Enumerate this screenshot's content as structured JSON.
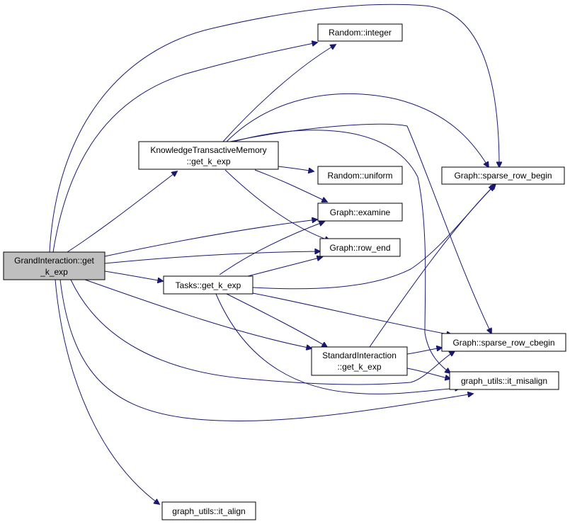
{
  "colors": {
    "edge": "#191970",
    "node_border": "#000000",
    "node_fill": "#ffffff",
    "root_fill": "#bfbfbf"
  },
  "nodes": [
    {
      "id": "grand",
      "lines": [
        "GrandInteraction::get",
        "_k_exp"
      ],
      "root": true
    },
    {
      "id": "ktm",
      "lines": [
        "KnowledgeTransactiveMemory",
        "::get_k_exp"
      ]
    },
    {
      "id": "tasks",
      "lines": [
        "Tasks::get_k_exp"
      ]
    },
    {
      "id": "std",
      "lines": [
        "StandardInteraction",
        "::get_k_exp"
      ]
    },
    {
      "id": "rint",
      "lines": [
        "Random::integer"
      ]
    },
    {
      "id": "runi",
      "lines": [
        "Random::uniform"
      ]
    },
    {
      "id": "gexam",
      "lines": [
        "Graph::examine"
      ]
    },
    {
      "id": "grend",
      "lines": [
        "Graph::row_end"
      ]
    },
    {
      "id": "gsrb",
      "lines": [
        "Graph::sparse_row_begin"
      ]
    },
    {
      "id": "gsrcb",
      "lines": [
        "Graph::sparse_row_cbegin"
      ]
    },
    {
      "id": "mis",
      "lines": [
        "graph_utils::it_misalign"
      ]
    },
    {
      "id": "align",
      "lines": [
        "graph_utils::it_align"
      ]
    }
  ]
}
